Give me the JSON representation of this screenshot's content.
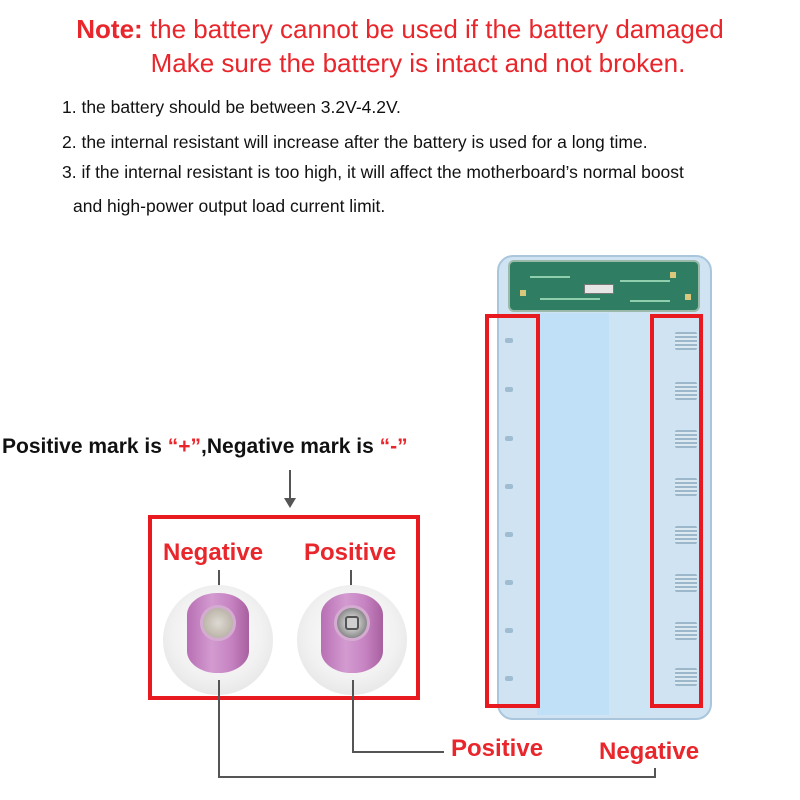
{
  "note": {
    "lead": "Note:",
    "line1_rest": " the battery cannot be used if the battery damaged",
    "line2": "Make sure the battery is intact and not broken."
  },
  "list": {
    "item1": "1. the battery should be between 3.2V-4.2V.",
    "item2": "2. the internal resistant will increase after the battery is used for a long time.",
    "item3": "3. if the internal resistant is too high, it will affect the motherboard’s normal boost",
    "item3_cont": "and high-power output load current limit."
  },
  "mark_caption": {
    "part1": "Positive mark is ",
    "plus": "“+”",
    "part2": ",Negative mark is ",
    "minus": "“-”"
  },
  "cell_labels": {
    "negative": "Negative",
    "positive": "Positive"
  },
  "bottom_labels": {
    "positive": "Positive",
    "negative": "Negative"
  },
  "colors": {
    "red_text": "#e8262b",
    "red_box": "#e8191f",
    "battery_wrap": "#c784c3",
    "pack_shell": "#cfe3f2",
    "board_green": "#2f7d62"
  },
  "icons": {
    "arrow": "down-arrow-icon",
    "negative_terminal": "battery-negative-terminal-icon",
    "positive_terminal": "battery-positive-terminal-icon",
    "battery_pack": "power-bank-case-icon"
  }
}
